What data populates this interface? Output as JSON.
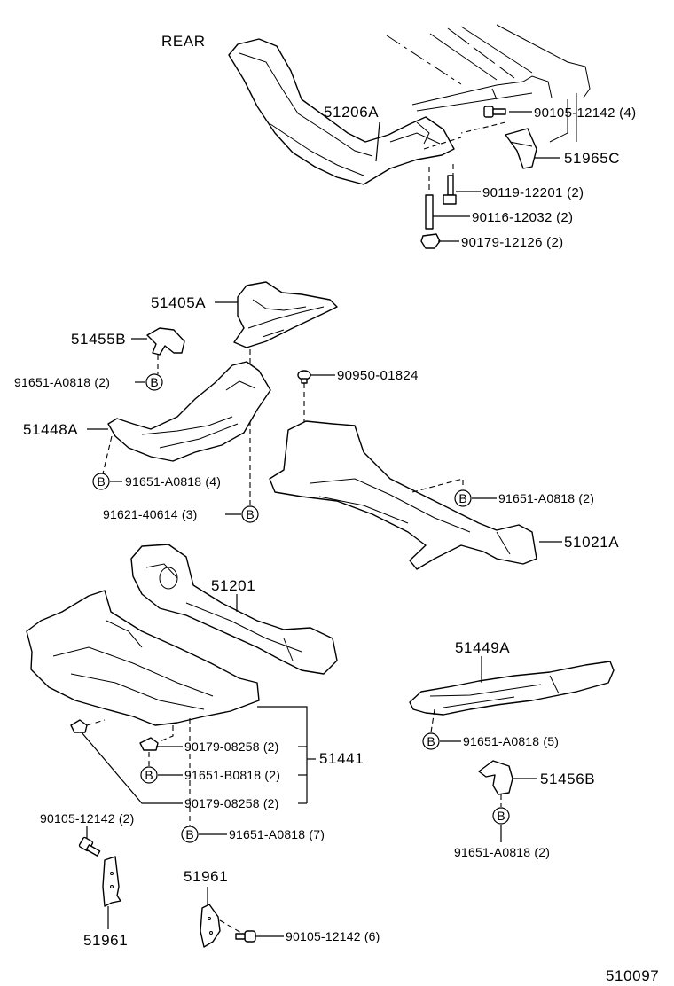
{
  "diagram": {
    "orientation_label": "REAR",
    "figure_code": "510097",
    "callout_symbol": "B",
    "parts": {
      "p51206A": "51206A",
      "p51965C": "51965C",
      "p51405A": "51405A",
      "p51455B": "51455B",
      "p51448A": "51448A",
      "p51021A": "51021A",
      "p51201": "51201",
      "p51449A": "51449A",
      "p51441": "51441",
      "p51456B": "51456B",
      "p51961_left": "51961",
      "p51961_right": "51961"
    },
    "fasteners": {
      "f1": "90105-12142 (4)",
      "f2": "90119-12201 (2)",
      "f3": "90116-12032 (2)",
      "f4": "90179-12126 (2)",
      "f5": "91651-A0818 (2)",
      "f6": "90950-01824",
      "f7": "91651-A0818 (4)",
      "f8": "91621-40614 (3)",
      "f9": "91651-A0818 (2)",
      "f10": "90179-08258 (2)",
      "f11": "91651-B0818 (2)",
      "f12": "90179-08258 (2)",
      "f13": "91651-A0818 (7)",
      "f14": "90105-12142 (2)",
      "f15": "91651-A0818 (5)",
      "f16": "91651-A0818 (2)",
      "f17": "90105-12142 (6)"
    }
  }
}
